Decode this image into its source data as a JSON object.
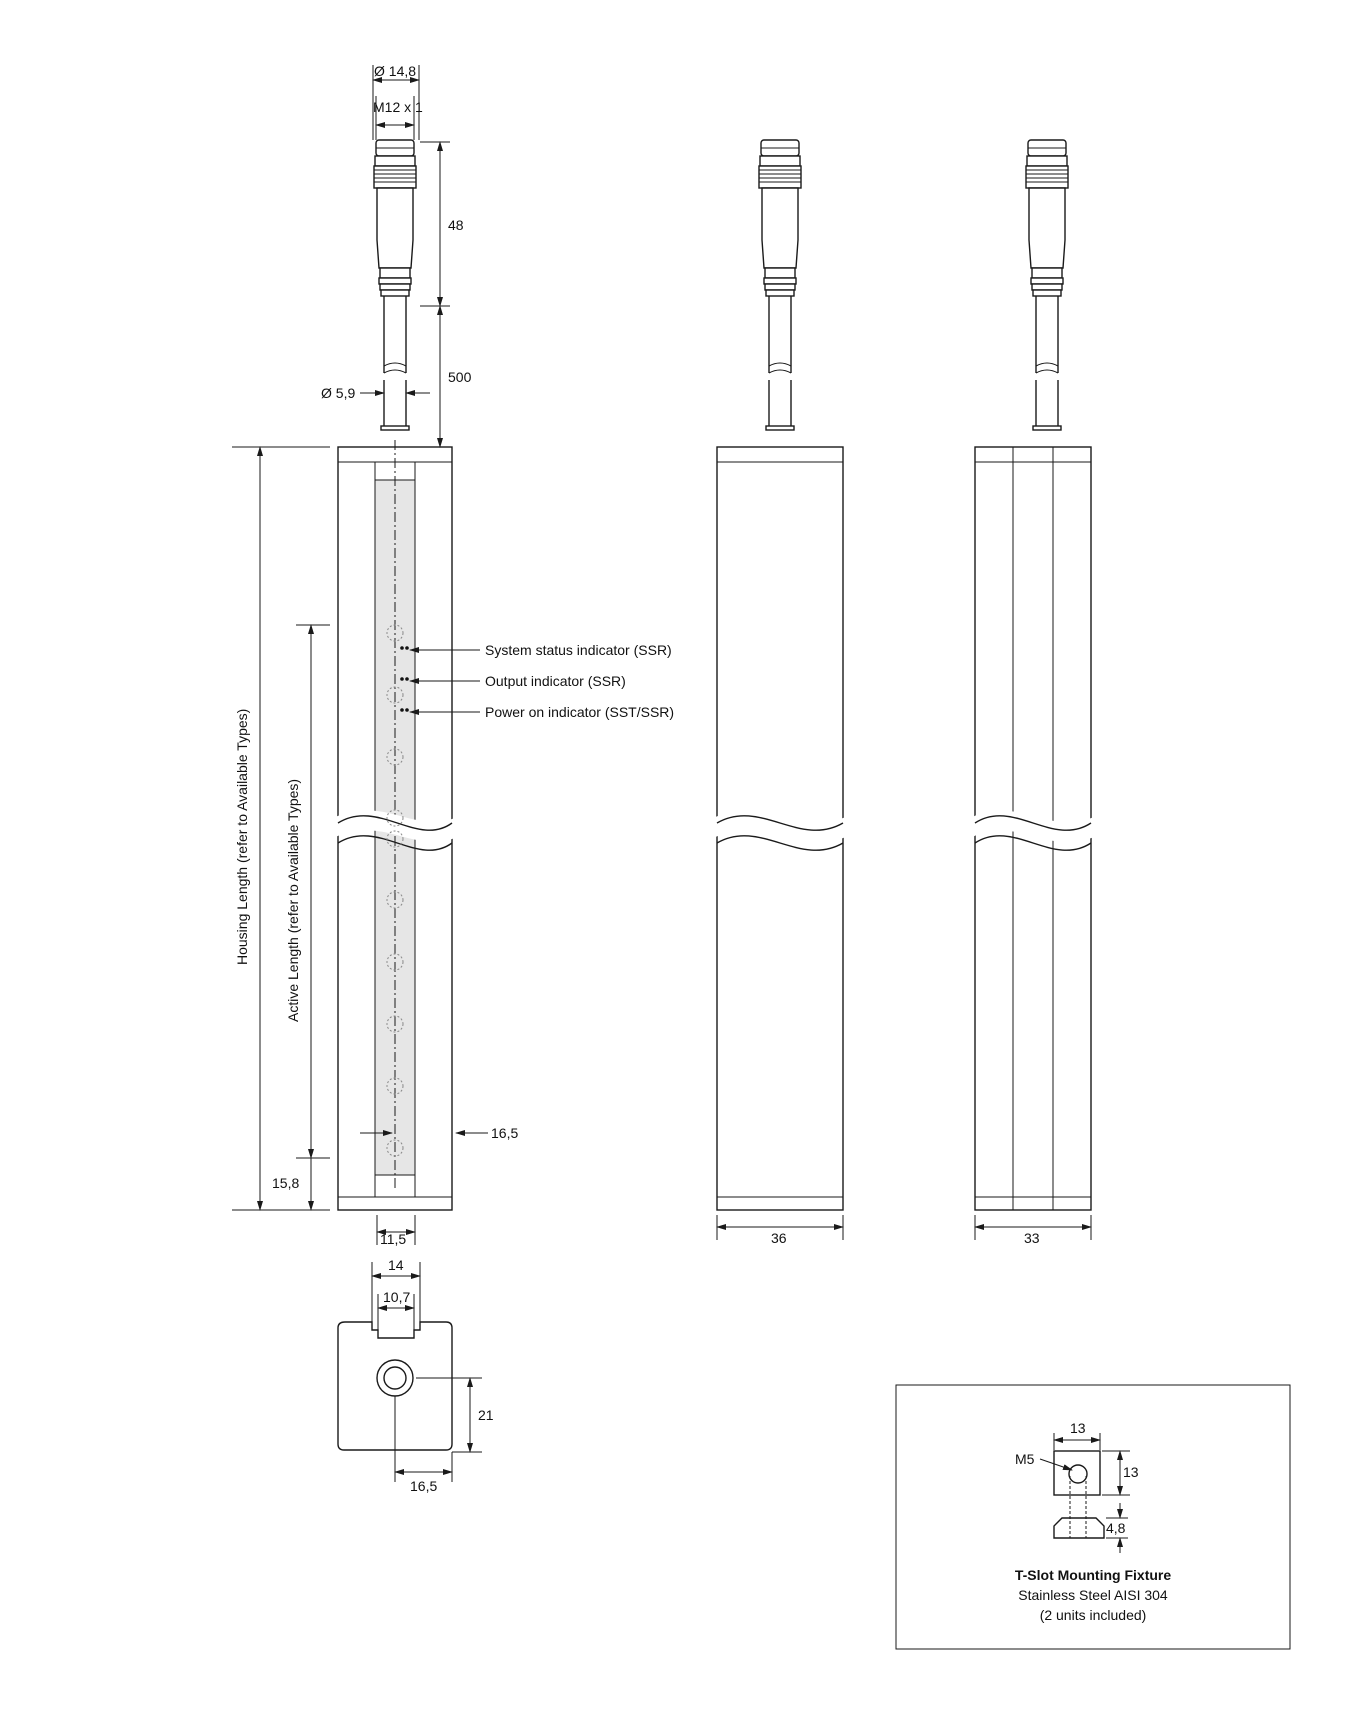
{
  "dims": {
    "d_outer": "Ø 14,8",
    "thread": "M12 x 1",
    "connector_len": "48",
    "cable_len": "500",
    "cable_dia": "Ø 5,9",
    "housing_length": "Housing Length (refer to Available Types)",
    "active_length": "Active Length (refer to Available Types)",
    "bottom_offset": "15,8",
    "edge_offset": "16,5",
    "strip_width": "11,5",
    "width_36": "36",
    "width_33": "33",
    "slot_w14": "14",
    "slot_w107": "10,7",
    "hole_h21": "21",
    "hole_off165": "16,5"
  },
  "indicators": {
    "system": "System status indicator (SSR)",
    "output": "Output indicator (SSR)",
    "power": "Power on indicator (SST/SSR)"
  },
  "fixture": {
    "w13": "13",
    "h13": "13",
    "thread": "M5",
    "h48": "4,8",
    "title": "T-Slot Mounting Fixture",
    "material": "Stainless Steel AISI 304",
    "qty": "(2 units included)"
  },
  "colors": {
    "line": "#1a1a1a",
    "strip": "#e6e6e6"
  }
}
